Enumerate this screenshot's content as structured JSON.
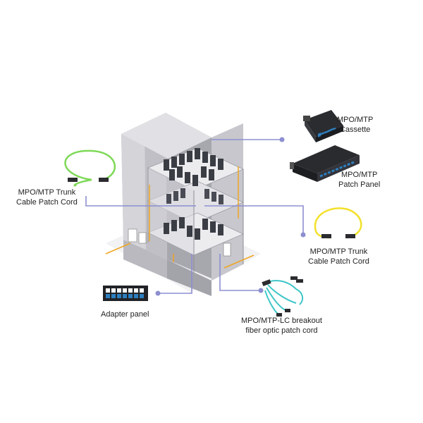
{
  "colors": {
    "connector_line": "#8d8fd0",
    "connector_dot": "#8d8fd0",
    "building_light": "#cfcfd4",
    "building_mid": "#b3b3ba",
    "building_dark": "#8e8e96",
    "trunk_green": "#7ed957",
    "trunk_yellow": "#f3e12a",
    "breakout_aqua": "#3fc6c8",
    "cable_orange": "#f0a623",
    "cassette_blue": "#2d7fbf"
  },
  "labels": {
    "cassette": [
      "MPO/MTP",
      "Cassette"
    ],
    "patch_panel": [
      "MPO/MTP",
      "Patch Panel"
    ],
    "trunk_left": [
      "MPO/MTP Trunk",
      "Cable Patch Cord"
    ],
    "trunk_right": [
      "MPO/MTP Trunk",
      "Cable Patch Cord"
    ],
    "adapter_panel": [
      "Adapter panel"
    ],
    "breakout": [
      "MPO/MTP-LC breakout",
      "fiber optic patch cord"
    ]
  },
  "icons": {
    "cassette": "fiber-cassette-icon",
    "patch_panel": "rack-patch-panel-icon",
    "trunk_left": "green-trunk-cable-icon",
    "trunk_right": "yellow-trunk-cable-icon",
    "adapter_panel": "adapter-panel-icon",
    "breakout": "breakout-cable-icon",
    "building": "data-center-building-icon"
  }
}
